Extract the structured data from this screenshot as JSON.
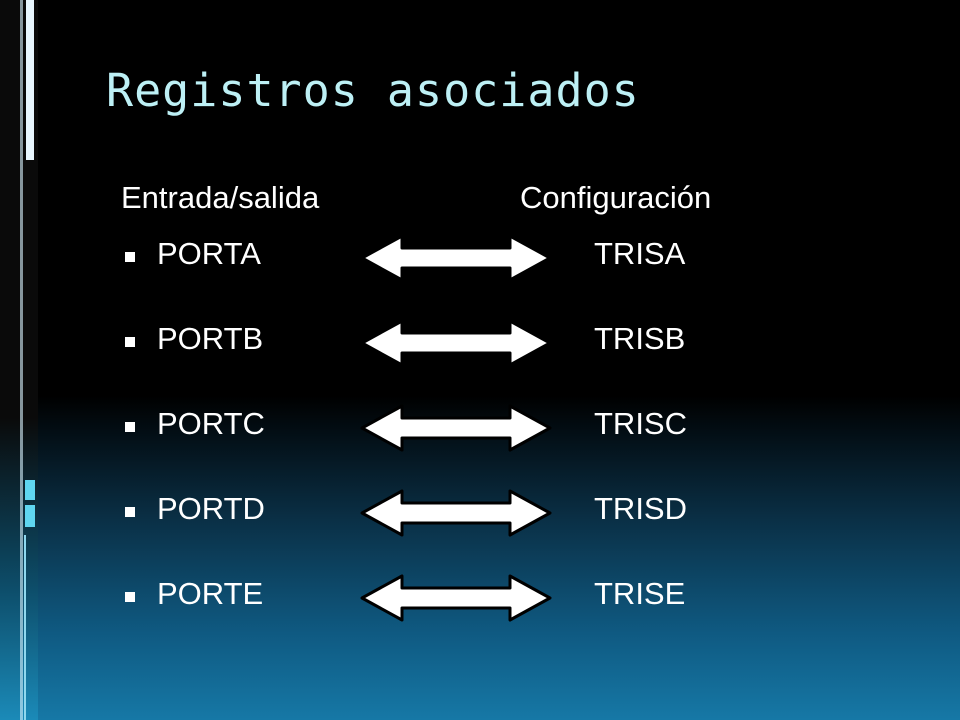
{
  "slide": {
    "title": "Registros asociados",
    "header_left": "Entrada/salida",
    "header_right": "Configuración",
    "rows": [
      {
        "port": "PORTA",
        "tris": "TRISA"
      },
      {
        "port": "PORTB",
        "tris": "TRISB"
      },
      {
        "port": "PORTC",
        "tris": "TRISC"
      },
      {
        "port": "PORTD",
        "tris": "TRISD"
      },
      {
        "port": "PORTE",
        "tris": "TRISE"
      }
    ]
  },
  "colors": {
    "title": "#bdf0f5",
    "text": "#ffffff",
    "background_top": "#000000",
    "background_bottom": "#1678a6"
  },
  "icons": {
    "bullet": "square-bullet-icon",
    "arrow": "double-arrow-icon"
  }
}
